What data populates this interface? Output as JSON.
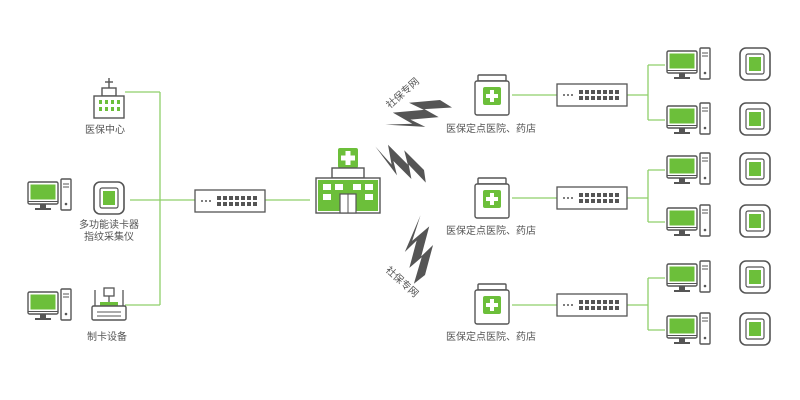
{
  "colors": {
    "accent": "#6cbf3a",
    "accent_dark": "#4e9a24",
    "outline": "#555555",
    "line": "#8fcf6a",
    "text": "#555555"
  },
  "labels": {
    "insurance_center": "医保中心",
    "card_reader_line1": "多功能读卡器",
    "card_reader_line2": "指纹采集仪",
    "card_maker": "制卡设备",
    "designated_site_1": "医保定点医院、药店",
    "designated_site_2": "医保定点医院、药店",
    "designated_site_3": "医保定点医院、药店",
    "network_top": "社保专网",
    "network_bottom": "社保专网"
  },
  "icons": {
    "left_top": "insurance-center-building-icon",
    "left_mid_pc": "desktop-computer-icon",
    "left_mid_reader": "card-reader-icon",
    "left_bottom_pc": "desktop-computer-icon",
    "left_bottom_maker": "card-printer-icon",
    "center": "hospital-building-icon",
    "right_sites": "pharmacy-cabinet-icon",
    "switches": "network-switch-icon",
    "endpoints": "desktop-computer-and-card-reader-icon",
    "links": "lightning-link-icon"
  }
}
